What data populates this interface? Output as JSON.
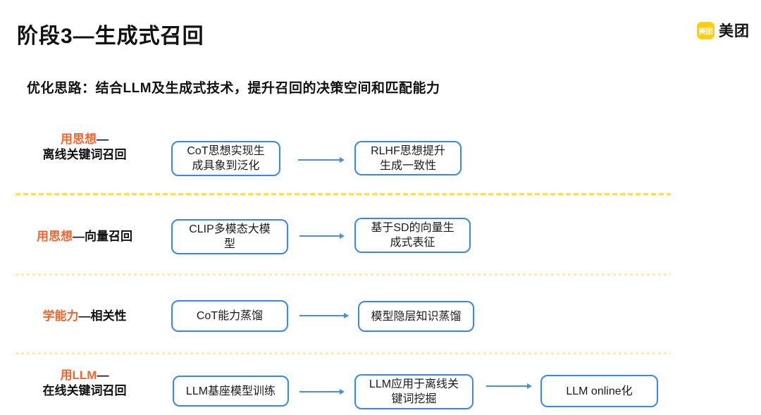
{
  "page": {
    "title": "阶段3—生成式召回"
  },
  "logo": {
    "badge_text": "美团",
    "brand_text": "美团"
  },
  "subtitle": "优化思路：结合LLM及生成式技术，提升召回的决策空间和匹配能力",
  "colors": {
    "accent-orange": "#F4642C",
    "box-border": "#3788E8",
    "arrow-blue": "#4A90D9",
    "separator-gold": "#FFDF52",
    "separator-pale": "#FFE9B5",
    "brand-yellow": "#FFD100",
    "text-black": "#111111"
  },
  "rows": [
    {
      "label": {
        "highlight": "用思想",
        "dash": "—",
        "tail": "",
        "line2": "离线关键词召回"
      },
      "boxes": [
        "CoT思想实现生\n成具象到泛化",
        "RLHF思想提升\n生成一致性"
      ]
    },
    {
      "label": {
        "highlight": "用思想",
        "dash": "—",
        "tail": "向量召回",
        "line2": ""
      },
      "boxes": [
        "CLIP多模态大模\n型",
        "基于SD的向量生\n成式表征"
      ]
    },
    {
      "label": {
        "highlight": "学能力",
        "dash": "—",
        "tail": "相关性",
        "line2": ""
      },
      "boxes": [
        "CoT能力蒸馏",
        "模型隐层知识蒸馏"
      ]
    },
    {
      "label": {
        "highlight": "用LLM",
        "dash": "—",
        "tail": "",
        "line2": "在线关键词召回"
      },
      "boxes": [
        "LLM基座模型训练",
        "LLM应用于离线关\n键词挖掘",
        "LLM online化"
      ]
    }
  ]
}
